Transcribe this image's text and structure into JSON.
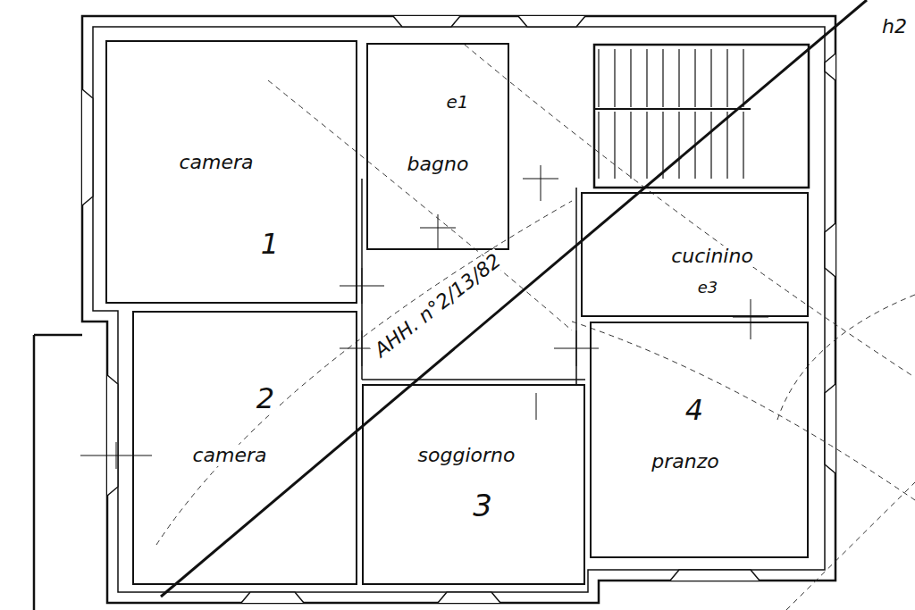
{
  "diagram": {
    "nodes": [
      {
        "text": [
          "camera",
          "1"
        ]
      },
      {
        "text": [
          "e1",
          "bagno"
        ]
      },
      {
        "text": [
          "cucinino",
          "e3"
        ]
      },
      {
        "text": [
          "2",
          "camera"
        ]
      },
      {
        "text": [
          "soggiorno",
          "3"
        ]
      },
      {
        "text": [
          "4",
          "pranzo"
        ]
      }
    ],
    "labels": [
      "h2",
      "AHH. n°2/13/82"
    ]
  }
}
